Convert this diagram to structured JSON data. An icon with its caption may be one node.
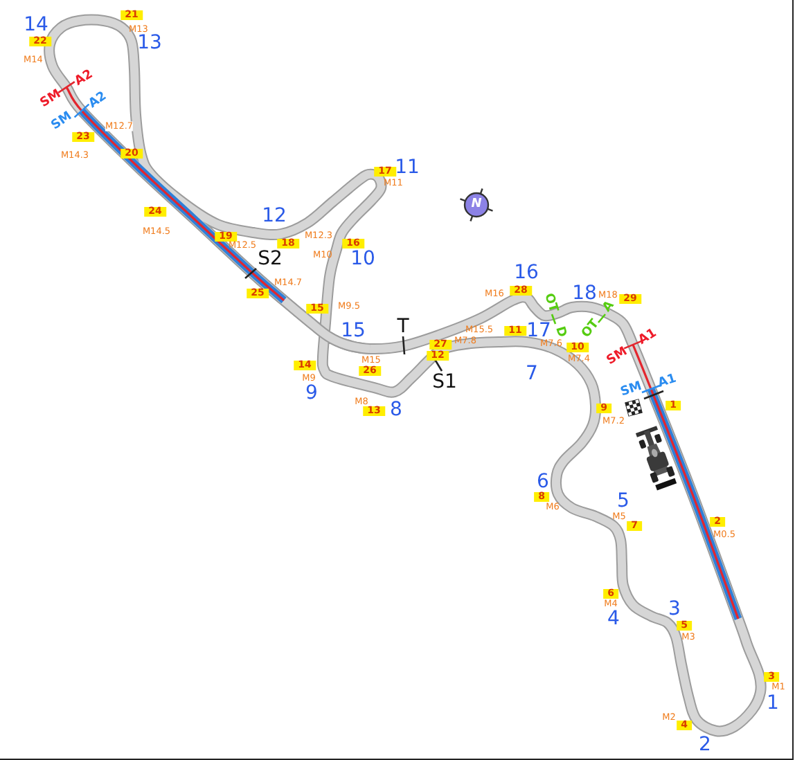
{
  "diagram": {
    "labels": [
      "21",
      "14",
      "M13",
      "22",
      "13",
      "M14",
      "A2",
      "SM",
      "A2",
      "SM",
      "23",
      "M12.7",
      "20",
      "M14.3",
      "11",
      "17",
      "M11",
      "N",
      "24",
      "12",
      "M14.5",
      "M12.3",
      "19",
      "18",
      "16",
      "M12.5",
      "M10",
      "S2",
      "10",
      "16",
      "M14.7",
      "28",
      "M16",
      "25",
      "18",
      "M18",
      "29",
      "OT",
      "M9.5",
      "A",
      "15",
      "T",
      "OT",
      "M15.5",
      "11",
      "17",
      "15",
      "D",
      "A1",
      "M7.8",
      "M7.6",
      "27",
      "10",
      "12",
      "M7.4",
      "SM",
      "M15",
      "14",
      "26",
      "7",
      "M9",
      "S1",
      "A1",
      "9",
      "SM",
      "M8",
      "1",
      "9",
      "8",
      "13",
      "M7.2",
      "6",
      "8",
      "5",
      "M6",
      "M5",
      "2",
      "7",
      "M0.5",
      "6",
      "M4",
      "3",
      "4",
      "5",
      "M3",
      "3",
      "M1",
      "1",
      "M2",
      "4",
      "2"
    ]
  }
}
